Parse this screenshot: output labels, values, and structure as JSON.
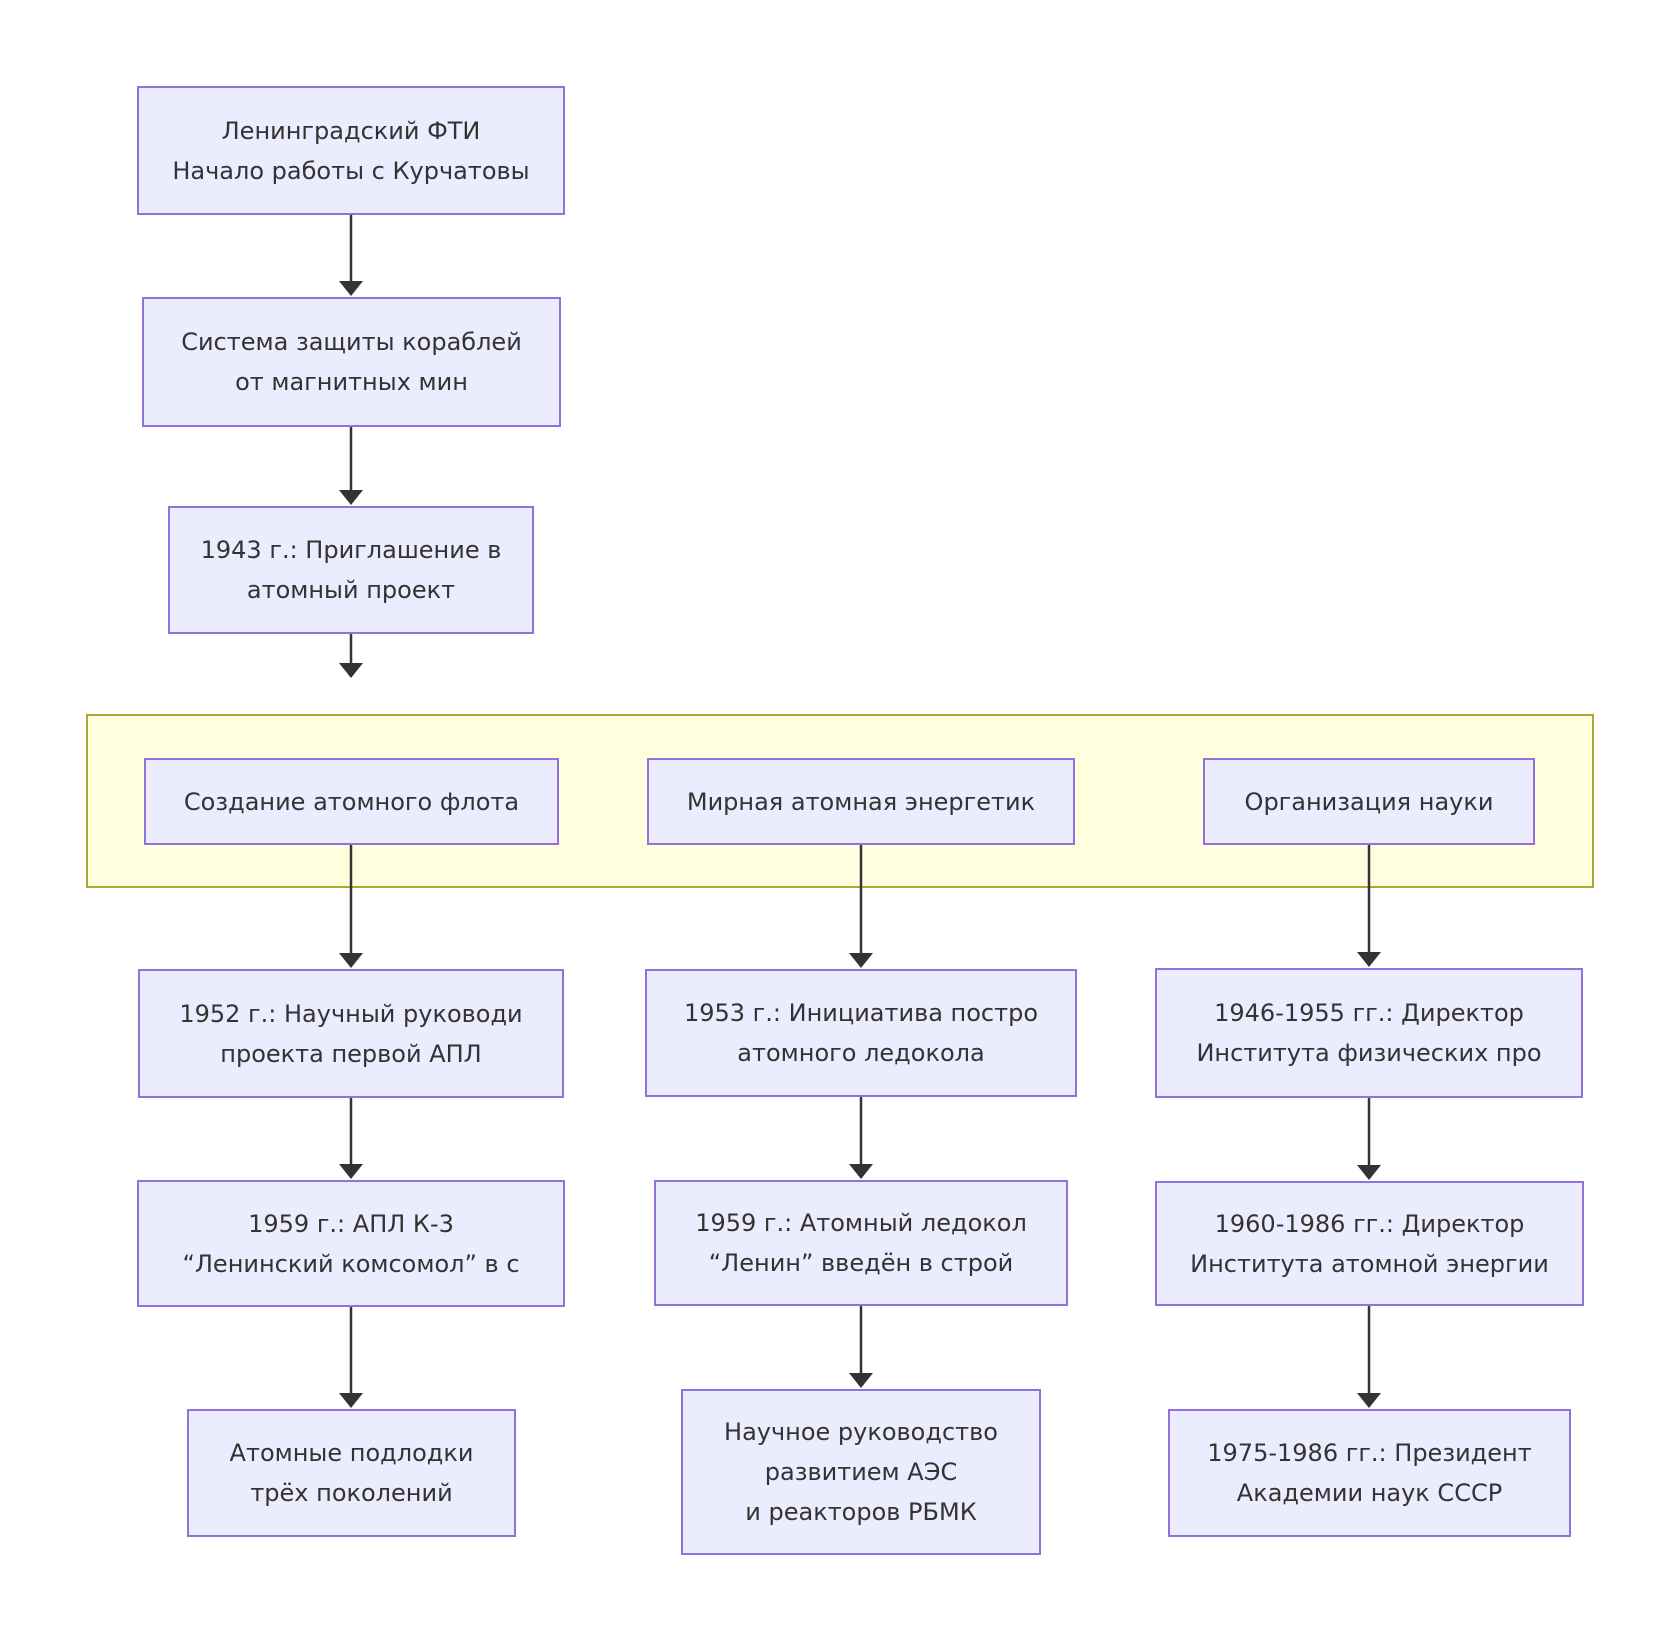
{
  "diagram": {
    "colors": {
      "background": "#FFFFFF",
      "node_fill": "#ECECFF",
      "node_border": "#9370DB",
      "cluster_fill": "#FFFFDE",
      "cluster_border": "#AAAA33",
      "text": "#333333",
      "arrow": "#333333"
    },
    "nodes": {
      "leningrad": {
        "lines": [
          "Ленинградский ФТИ",
          "Начало работы с Курчатовы"
        ]
      },
      "mine_protection": {
        "lines": [
          "Система защиты кораблей",
          "от магнитных мин"
        ]
      },
      "atomic_invite": {
        "lines": [
          "1943 г.: Приглашение в",
          "атомный проект"
        ]
      },
      "branch_fleet": {
        "lines": [
          "Создание атомного флота"
        ]
      },
      "branch_energy": {
        "lines": [
          "Мирная атомная энергетик"
        ]
      },
      "branch_science": {
        "lines": [
          "Организация науки"
        ]
      },
      "fleet_1952": {
        "lines": [
          "1952 г.: Научный руководи",
          "проекта первой АПЛ"
        ]
      },
      "fleet_1959": {
        "lines": [
          "1959 г.: АПЛ К-3",
          "“Ленинский комсомол” в с"
        ]
      },
      "fleet_subs": {
        "lines": [
          "Атомные подлодки",
          "трёх поколений"
        ]
      },
      "energy_1953": {
        "lines": [
          "1953 г.: Инициатива постро",
          "атомного ледокола"
        ]
      },
      "energy_1959": {
        "lines": [
          "1959 г.: Атомный ледокол",
          "“Ленин” введён в строй"
        ]
      },
      "energy_rbmk": {
        "lines": [
          "Научное руководство",
          "развитием АЭС",
          "и реакторов РБМК"
        ]
      },
      "science_1946": {
        "lines": [
          "1946-1955 гг.: Директор",
          "Института физических про"
        ]
      },
      "science_1960": {
        "lines": [
          "1960-1986 гг.: Директор",
          "Института атомной энергии"
        ]
      },
      "science_1975": {
        "lines": [
          "1975-1986 гг.: Президент",
          "Академии наук СССР"
        ]
      }
    }
  }
}
